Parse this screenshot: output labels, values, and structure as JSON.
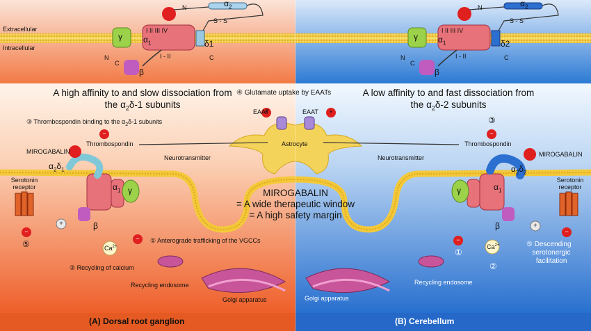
{
  "colors": {
    "left_bg": "#ef6a35",
    "right_bg": "#2f7fd4",
    "membrane": "#f3c93a",
    "alpha1": "#e8727a",
    "alpha2delta1": "#7fc8d8",
    "alpha2delta2": "#2b6fd0",
    "gamma": "#9bd24a",
    "beta": "#c05cc0",
    "mirogabalin": "#e01f1f",
    "astrocyte": "#f4d35a",
    "golgi": "#c8559a"
  },
  "top_panel": {
    "extracellular": "Extracellular",
    "intracellular": "Intracellular",
    "alpha2": "α",
    "alpha2_sub": "2",
    "gamma": "γ",
    "alpha1": "α",
    "alpha1_sub": "1",
    "delta1": "δ1",
    "delta2": "δ2",
    "beta": "β",
    "n": "N",
    "c": "C",
    "loop": "I - II",
    "s": "S",
    "domains": [
      "I",
      "II",
      "III",
      "IV"
    ]
  },
  "left": {
    "headline_1": "A high affinity to and slow dissociation from",
    "headline_2_pre": "the α",
    "headline_2_sub1": "2",
    "headline_2_mid": "δ-1 subunits",
    "step3_pre": "③ Thrombospondin binding to the α",
    "step3_sub": "2",
    "step3_post": "δ-1 subunits",
    "thrombospondin": "Thrombospondin",
    "mirogabalin": "MIROGABALIN",
    "a2d1_a": "α",
    "a2d1_sub1": "2",
    "a2d1_d": "δ",
    "a2d1_sub2": "1",
    "serotonin_receptor_1": "Serotonin",
    "serotonin_receptor_2": "receptor",
    "step5": "⑤",
    "step1": "① Anterograde trafficking of the VGCCs",
    "step2": "② Recycling of calcium",
    "recycling_endosome": "Recycling endosome",
    "golgi": "Golgi apparatus",
    "caption": "(A) Dorsal root ganglion"
  },
  "right": {
    "headline_1": "A low affinity to and fast dissociation from",
    "headline_2_pre": "the α",
    "headline_2_sub1": "2",
    "headline_2_mid": "δ-2 subunits",
    "step3": "③",
    "thrombospondin": "Thrombospondin",
    "mirogabalin": "MIROGABALIN",
    "a2d2_a": "α",
    "a2d2_sub1": "2",
    "a2d2_d": "δ",
    "a2d2_sub2": "2",
    "serotonin_receptor_1": "Serotonin",
    "serotonin_receptor_2": "receptor",
    "step5_1": "⑤ Descending",
    "step5_2": "serotonergic",
    "step5_3": "facilitation",
    "step1": "①",
    "step2": "②",
    "recycling_endosome": "Recycling endosome",
    "golgi": "Golgi apparatus",
    "caption": "(B) Cerebellum"
  },
  "center": {
    "step4": "④ Glutamate uptake by EAATs",
    "eaat": "EAAT",
    "astrocyte": "Astrocyte",
    "neurotransmitter": "Neurotransmitter",
    "main_1": "MIROGABALIN",
    "main_2": "= A wide therapeutic window",
    "main_3": "= A high safety margin",
    "ca": "Ca",
    "ca_sup": "2+",
    "plus": "+",
    "minus": "−"
  }
}
